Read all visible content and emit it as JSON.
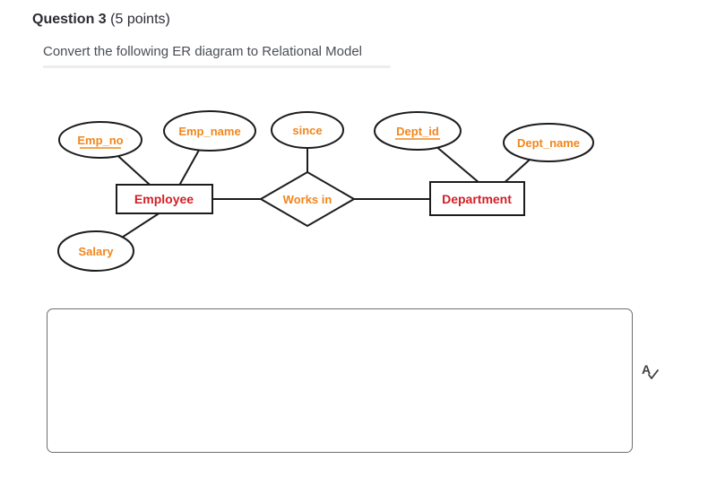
{
  "header": {
    "question_title": "Question 3",
    "points_label": "(5 points)"
  },
  "prompt": "Convert the following ER diagram to Relational Model",
  "diagram": {
    "type": "er-diagram",
    "entities": [
      {
        "label": "Employee"
      },
      {
        "label": "Department"
      }
    ],
    "relationship": {
      "label": "Works in"
    },
    "attributes": [
      {
        "label": "Emp_no",
        "key": true,
        "owner": "Employee"
      },
      {
        "label": "Emp_name",
        "key": false,
        "owner": "Employee"
      },
      {
        "label": "since",
        "key": false,
        "owner": "Works in"
      },
      {
        "label": "Dept_id",
        "key": true,
        "owner": "Department"
      },
      {
        "label": "Dept_name",
        "key": false,
        "owner": "Department"
      },
      {
        "label": "Salary",
        "key": false,
        "owner": "Employee"
      }
    ],
    "colors": {
      "attribute_text": "#f2861d",
      "entity_text": "#d21f26",
      "line": "#1c1c1c"
    }
  },
  "answer": {
    "value": ""
  },
  "editor": {
    "accessibility_icon_letter": "A"
  }
}
